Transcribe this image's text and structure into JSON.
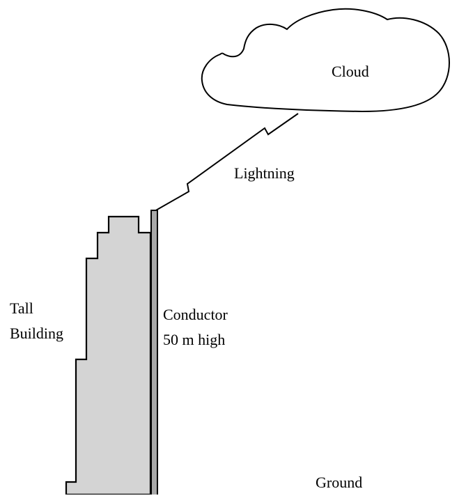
{
  "labels": {
    "cloud": "Cloud",
    "lightning": "Lightning",
    "building_line1": "Tall",
    "building_line2": "Building",
    "conductor_line1": "Conductor",
    "conductor_line2": "50 m high",
    "ground": "Ground"
  },
  "colors": {
    "building_fill": "#d4d4d4",
    "conductor_fill": "#a8a8a8",
    "stroke": "#000000",
    "background": "#ffffff"
  }
}
